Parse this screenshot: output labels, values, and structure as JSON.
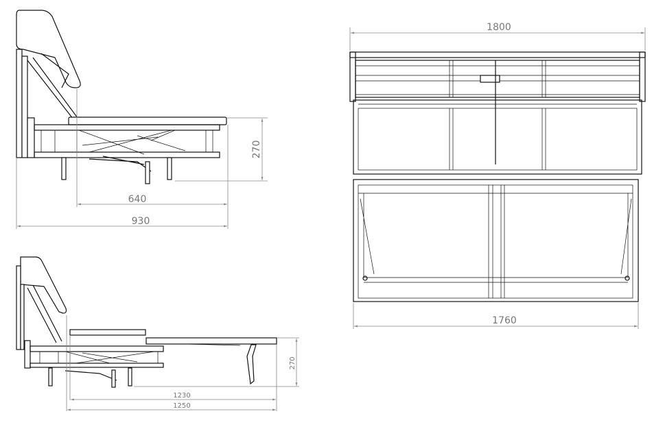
{
  "views": {
    "side_folded": {
      "depth_seat": "640",
      "depth_total": "930",
      "height": "270"
    },
    "front": {
      "width_top": "1800",
      "width_bottom": "1760"
    },
    "side_unfolded": {
      "length_inner": "1230",
      "length_outer": "1250",
      "height": "270"
    }
  }
}
